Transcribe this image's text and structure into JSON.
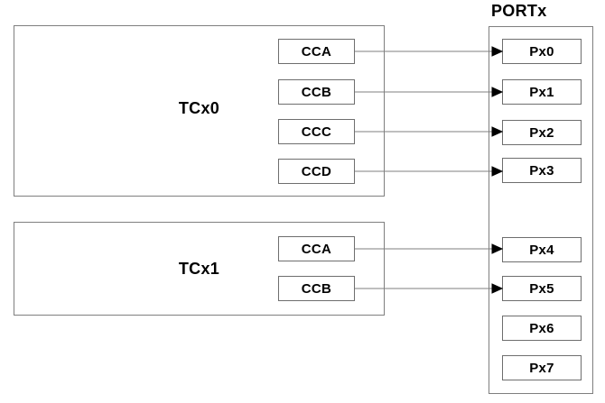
{
  "diagram": {
    "port": {
      "title": "PORTx",
      "pins": [
        "Px0",
        "Px1",
        "Px2",
        "Px3",
        "Px4",
        "Px5",
        "Px6",
        "Px7"
      ]
    },
    "timers": [
      {
        "name": "TCx0",
        "channels": [
          "CCA",
          "CCB",
          "CCC",
          "CCD"
        ]
      },
      {
        "name": "TCx1",
        "channels": [
          "CCA",
          "CCB"
        ]
      }
    ],
    "connections": [
      {
        "from": "TCx0.CCA",
        "to": "Px0"
      },
      {
        "from": "TCx0.CCB",
        "to": "Px1"
      },
      {
        "from": "TCx0.CCC",
        "to": "Px2"
      },
      {
        "from": "TCx0.CCD",
        "to": "Px3"
      },
      {
        "from": "TCx1.CCA",
        "to": "Px4"
      },
      {
        "from": "TCx1.CCB",
        "to": "Px5"
      }
    ],
    "colors": {
      "background": "#ffffff",
      "box_border": "#7f7f7f",
      "line": "#7f7f7f",
      "arrowhead": "#000000",
      "text": "#000000"
    }
  }
}
